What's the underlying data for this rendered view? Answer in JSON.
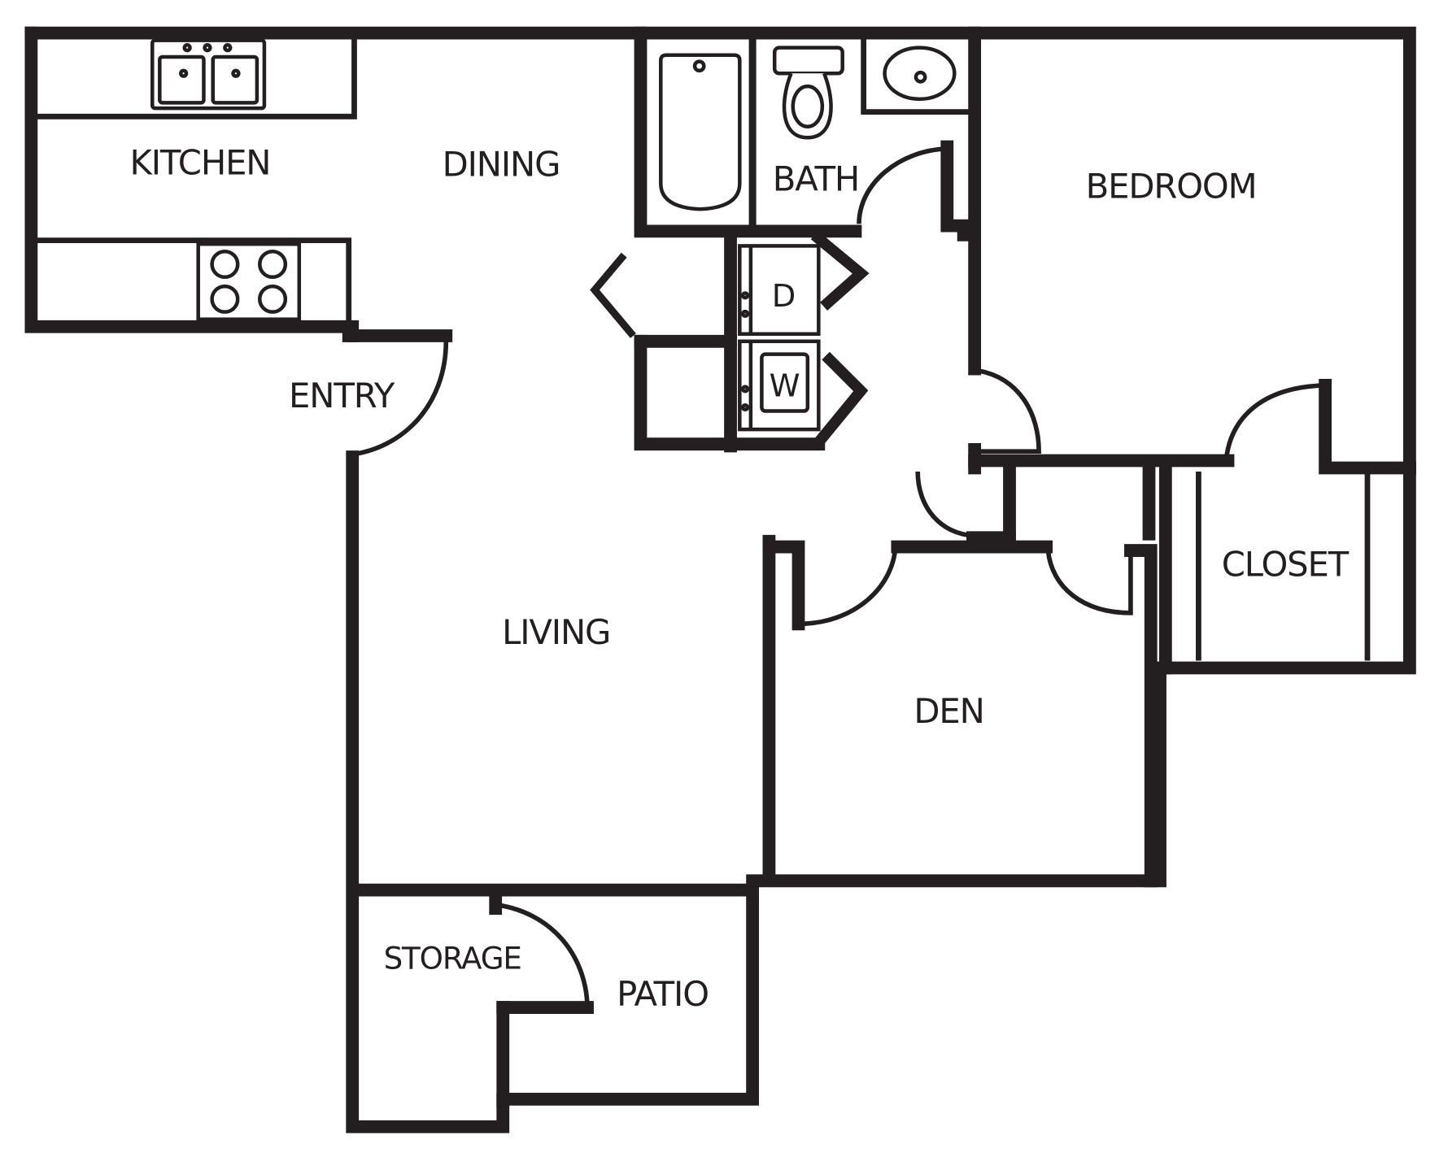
{
  "floorplan": {
    "rooms": [
      {
        "id": "kitchen",
        "label": "KITCHEN"
      },
      {
        "id": "dining",
        "label": "DINING"
      },
      {
        "id": "bath",
        "label": "BATH"
      },
      {
        "id": "bedroom",
        "label": "BEDROOM"
      },
      {
        "id": "entry",
        "label": "ENTRY"
      },
      {
        "id": "living",
        "label": "LIVING"
      },
      {
        "id": "den",
        "label": "DEN"
      },
      {
        "id": "closet",
        "label": "CLOSET"
      },
      {
        "id": "storage",
        "label": "STORAGE"
      },
      {
        "id": "patio",
        "label": "PATIO"
      }
    ],
    "appliances": {
      "dryer": "D",
      "washer": "W"
    },
    "fixtures": [
      "double-sink",
      "stove",
      "bathtub",
      "toilet",
      "bathroom-sink",
      "dryer",
      "washer"
    ],
    "colors": {
      "wall": "#231f20",
      "background": "#ffffff"
    }
  }
}
